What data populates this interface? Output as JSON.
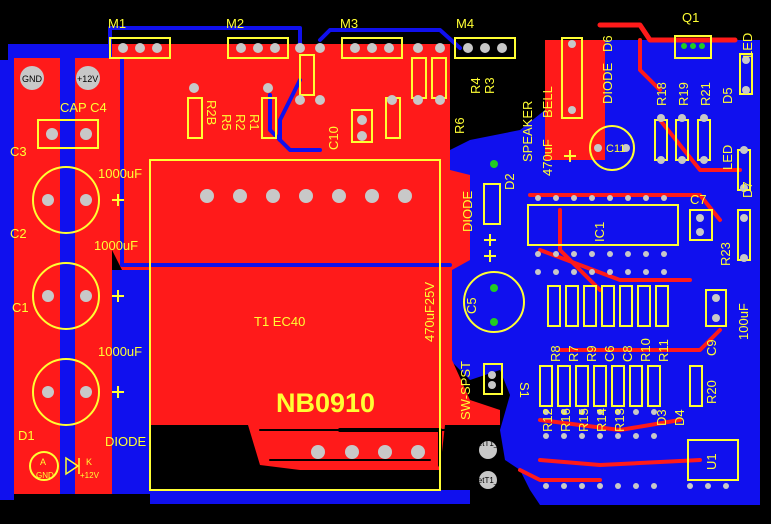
{
  "board": {
    "title": "NB0910",
    "transformer": "T1  EC40",
    "colors": {
      "background": "#000000",
      "bottom_copper": "#1010ee",
      "top_copper": "#ff1a1a",
      "silkscreen": "#ffff33",
      "pad": "#c8c8c8",
      "via": "#22cc22"
    }
  },
  "labels": {
    "m1": "M1",
    "m2": "M2",
    "m3": "M3",
    "m4": "M4",
    "q1": "Q1",
    "led_top": "LED",
    "d6": "D6",
    "diode_d6": "DIODE",
    "r18": "R18",
    "r19": "R19",
    "r21": "R21",
    "d5": "D5",
    "gnd": "GND",
    "v12": "+12V",
    "cap_c4": "CAP C4",
    "c3": "C3",
    "c2": "C2",
    "c1": "C1",
    "uf1000_1": "1000uF",
    "uf1000_2": "1000uF",
    "uf1000_3": "1000uF",
    "d1": "D1",
    "diode_d1": "DIODE",
    "pad_a": "A",
    "pad_gnd": "GND",
    "pad_k": "K",
    "pad_12v": "+12V",
    "r2b": "R2B",
    "r5": "R5",
    "r2": "R2",
    "r1": "R1",
    "c10": "C10",
    "r6": "R6",
    "r4": "R4",
    "r3": "R3",
    "speaker": "SPEAKER",
    "bell": "BELL",
    "c11_val": "470uF",
    "c11": "C11",
    "diode_d2": "DIODE",
    "d2": "D2",
    "c5_val": "470uF25V",
    "c5": "C5",
    "ic1": "IC1",
    "c7": "C7",
    "r23": "R23",
    "led_mid": "LED",
    "d7": "D7",
    "uf100": "100uF",
    "c9": "C9",
    "r8": "R8",
    "r7": "R7",
    "r9": "R9",
    "c6": "C6",
    "c8": "C8",
    "r10": "R10",
    "r11": "R11",
    "r20": "R20",
    "s1": "S1",
    "sw": "SW-SPST",
    "r12": "R12",
    "r16": "R16",
    "r15": "R15",
    "r14": "R14",
    "r13": "R13",
    "d3": "D3",
    "d4": "D4",
    "u1": "U1",
    "net1": "NetT1_",
    "net2": "NetT1_"
  }
}
